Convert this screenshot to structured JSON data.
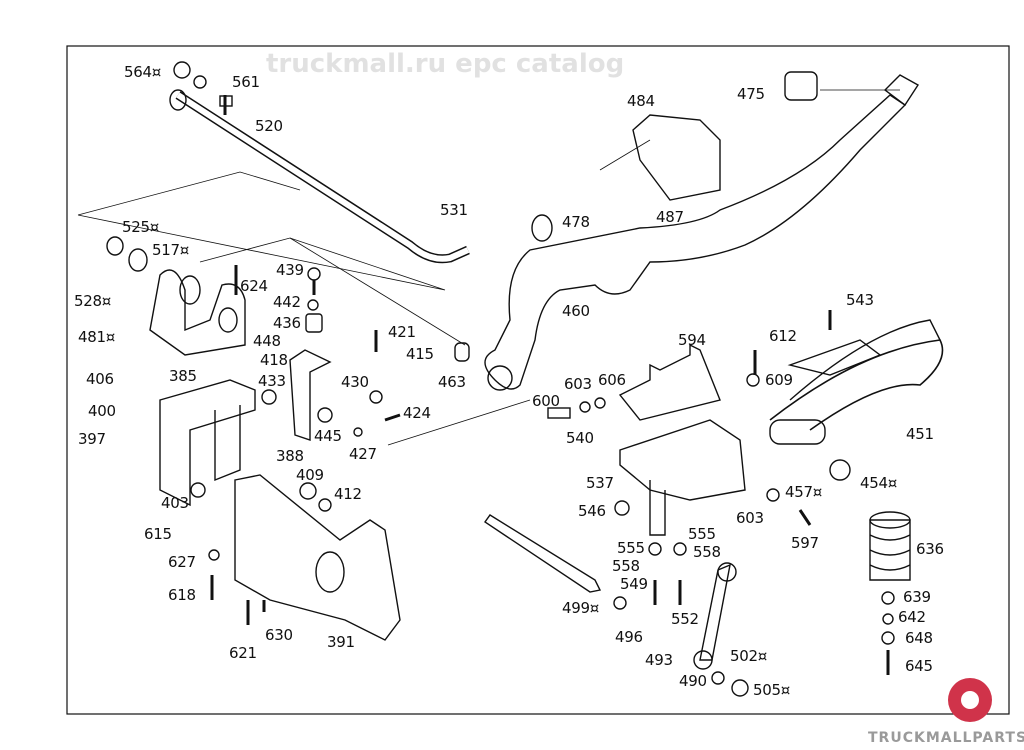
{
  "diagram": {
    "watermark": "truckmall.ru epc catalog",
    "logo_text": "TRUCKMALLPARTS",
    "colors": {
      "line": "#111111",
      "logo": "#d0334a",
      "watermark": "#c8c8c8"
    },
    "labels": [
      "564¤",
      "561",
      "520",
      "531",
      "484",
      "475",
      "478",
      "487",
      "525¤",
      "517¤",
      "528¤",
      "481¤",
      "624",
      "439",
      "442",
      "436",
      "448",
      "418",
      "421",
      "415",
      "463",
      "460",
      "594",
      "612",
      "543",
      "609",
      "406",
      "385",
      "433",
      "430",
      "400",
      "397",
      "424",
      "445",
      "427",
      "388",
      "409",
      "412",
      "403",
      "615",
      "627",
      "618",
      "630",
      "621",
      "391",
      "600",
      "603",
      "606",
      "540",
      "537",
      "546",
      "603",
      "597",
      "457¤",
      "454¤",
      "451",
      "555",
      "555",
      "558",
      "558",
      "549",
      "552",
      "499¤",
      "496",
      "493",
      "490",
      "502¤",
      "505¤",
      "636",
      "639",
      "642",
      "648",
      "645"
    ]
  }
}
